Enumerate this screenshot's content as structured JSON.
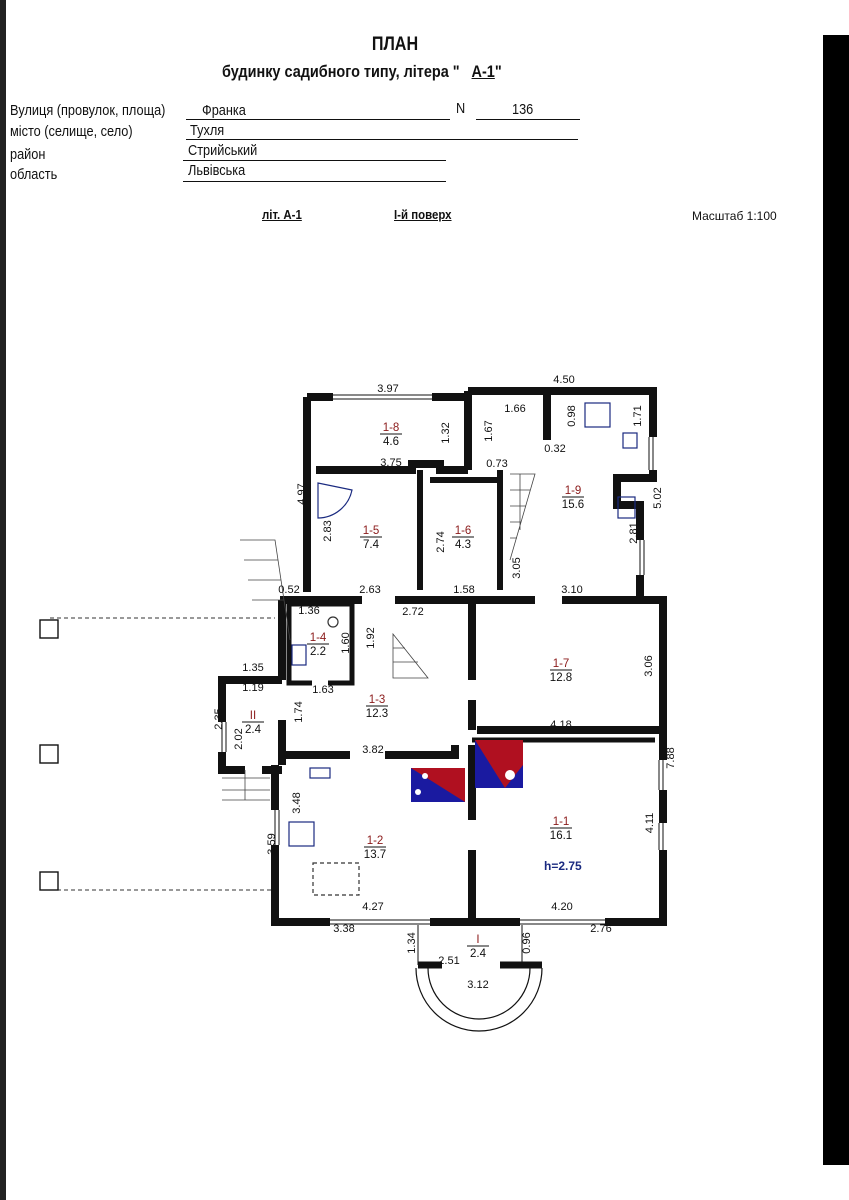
{
  "header": {
    "title": "ПЛАН",
    "subtitle_prefix": "будинку садибного типу, літера \"",
    "litera": "А-1",
    "subtitle_suffix": "\""
  },
  "address": {
    "street_label": "Вулиця (провулок, площа)",
    "street": "Франка",
    "number_label": "N",
    "number": "136",
    "city_label": "місто (селище, село)",
    "city": "Тухля",
    "district_label": "район",
    "district": "Стрийський",
    "region_label": "область",
    "region": "Львівська"
  },
  "sheet": {
    "litera_label": "літ. А-1",
    "floor_label": "І-й поверх",
    "scale": "Масштаб 1:100"
  },
  "rooms": [
    {
      "id": "1-8",
      "area": "4.6"
    },
    {
      "id": "1-9",
      "area": "15.6"
    },
    {
      "id": "1-5",
      "area": "7.4"
    },
    {
      "id": "1-6",
      "area": "4.3"
    },
    {
      "id": "1-4",
      "area": "2.2"
    },
    {
      "id": "1-3",
      "area": "12.3"
    },
    {
      "id": "1-7",
      "area": "12.8"
    },
    {
      "id": "II",
      "area": "2.4"
    },
    {
      "id": "1-2",
      "area": "13.7"
    },
    {
      "id": "1-1",
      "area": "16.1"
    },
    {
      "id": "I",
      "area": "2.4"
    }
  ],
  "height_note": "h=2.75",
  "dimensions": [
    "3.97",
    "4.50",
    "1.66",
    "0.98",
    "1.71",
    "1.32",
    "1.67",
    "0.32",
    "3.75",
    "0.73",
    "4.97",
    "2.83",
    "2.74",
    "3.05",
    "5.02",
    "2.81",
    "0.52",
    "2.63",
    "1.58",
    "3.10",
    "1.36",
    "2.72",
    "1.92",
    "1.60",
    "1.35",
    "1.19",
    "1.63",
    "1.74",
    "2.35",
    "2.02",
    "3.06",
    "4.18",
    "3.82",
    "7.88",
    "3.48",
    "3.59",
    "4.11",
    "4.27",
    "4.20",
    "3.38",
    "2.76",
    "1.34",
    "0.96",
    "2.51",
    "3.12"
  ],
  "colors": {
    "wall": "#111111",
    "stove_blue": "#1a1aa0",
    "stove_red": "#b01020",
    "fixture": "#1a2a80"
  }
}
